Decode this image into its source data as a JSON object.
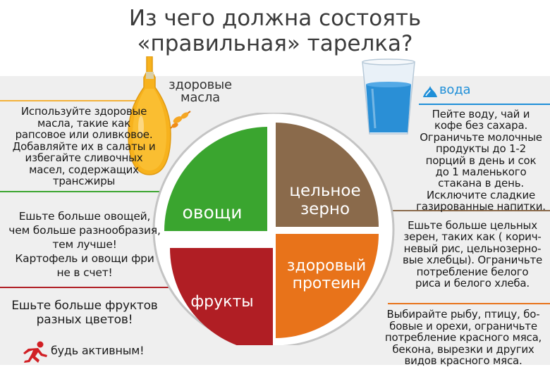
{
  "title": {
    "line1": "Из чего должна состоять",
    "line2": "«правильная» тарелка?"
  },
  "colors": {
    "vegetables": "#3aa52f",
    "grains": "#8a6a4b",
    "fruits": "#b01e24",
    "protein": "#e8731a",
    "oil_line": "#f3b23a",
    "veg_line": "#3aa52f",
    "fruit_line": "#b01e24",
    "water": "#1f8fd8",
    "grain_line": "#8a6a4b",
    "protein_line": "#e8731a"
  },
  "plate": {
    "vegetables": "овощи",
    "grains_line1": "цельное",
    "grains_line2": "зерно",
    "fruits": "фрукты",
    "protein_line1": "здоровый",
    "protein_line2": "протеин"
  },
  "oils": {
    "label_line1": "здоровые",
    "label_line2": "масла",
    "text": [
      "Используйте здоровые",
      "масла, такие как",
      "рапсовое или оливковое.",
      "Добавляйте их в салаты и",
      "избегайте сливочных",
      "масел, содержащих",
      "трансжиры"
    ]
  },
  "vegetables_text": [
    "Ешьте больше овощей,",
    "чем больше разнообразия,",
    "тем лучше!",
    "Картофель и овощи фри",
    "не в счет!"
  ],
  "fruits_text": [
    "Ешьте больше фруктов",
    "разных цветов!"
  ],
  "active": {
    "icon": "running-person-icon",
    "label": "будь активным!"
  },
  "water": {
    "label": "вода",
    "text": [
      "Пейте воду, чай и",
      "кофе без сахара.",
      "Ограничьте молочные",
      "продукты до 1-2",
      "порций в день и сок",
      "до 1 маленького",
      "стакана в день.",
      "Исключите сладкие",
      "газированные напитки."
    ]
  },
  "grains_text": [
    "Ешьте больше цельных",
    "зерен, таких как ( корич-",
    "невый рис, цельнозерно-",
    "вые хлебцы). Ограничьте",
    "потребление белого",
    "риса и белого хлеба."
  ],
  "protein_text": [
    "Выбирайте рыбу, птицу, бо-",
    "бовые и орехи, ограничьте",
    "потребление красного мяса,",
    "бекона, вырезки и других",
    "видов красного мяса."
  ]
}
